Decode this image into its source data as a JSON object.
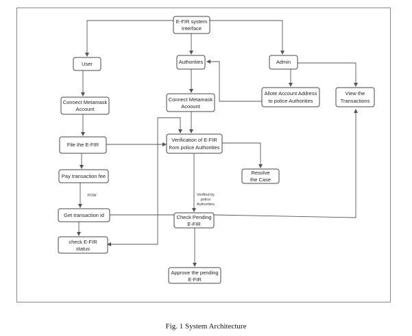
{
  "diagram": {
    "nodes": {
      "efir_interface": [
        "E-FIR system",
        "Interface"
      ],
      "user": [
        "User"
      ],
      "authorities": [
        "Authorities"
      ],
      "admin": [
        "Admin"
      ],
      "connect_metamask_user": [
        "Connect Metamask",
        "Account"
      ],
      "connect_metamask_auth": [
        "Connect Metamask",
        "Acoount"
      ],
      "allot_address": [
        "Allote Account Address",
        "to police Authorities"
      ],
      "view_transactions": [
        "View the",
        "Transactions"
      ],
      "file_efir": [
        "File the E-FIR"
      ],
      "verification": [
        "Verification of E-FIR",
        "from police Authorities"
      ],
      "pay_fee": [
        "Pay transaction fee"
      ],
      "resolve_case": [
        "Resolve",
        "the Case"
      ],
      "get_txn_id": [
        "Get transaction id"
      ],
      "check_pending": [
        "Check Pending",
        "E-FIR"
      ],
      "check_status": [
        "check E-FIR",
        "status"
      ],
      "approve_pending": [
        "Approve the pending",
        "E-FIR"
      ]
    },
    "edge_labels": {
      "pow": "POW",
      "verified_by": [
        "Verified by",
        "police",
        "Authorities"
      ]
    }
  },
  "caption": "Fig. 1 System Architecture"
}
